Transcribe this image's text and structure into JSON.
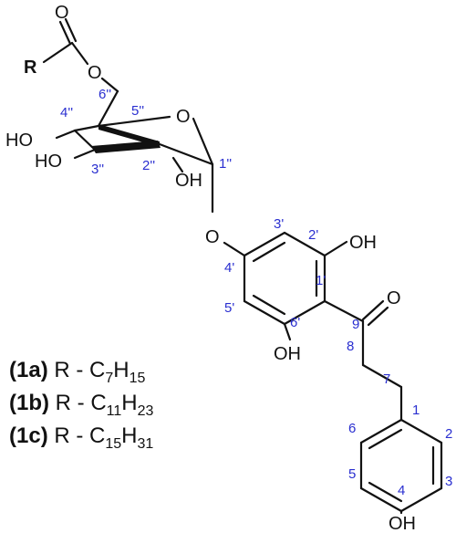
{
  "atoms": {
    "carbonyl_o_top": "O",
    "ester_o": "O",
    "r": "R",
    "ring_o": "O",
    "ho_4": "HO",
    "ho_3": "HO",
    "oh_2": "OH",
    "glycosidic_o": "O",
    "oh_2p": "OH",
    "ketone_o": "O",
    "oh_6p": "OH",
    "oh_4": "OH"
  },
  "numbering": {
    "c6pp": "6''",
    "c5pp": "5''",
    "c4pp": "4''",
    "c3pp": "3''",
    "c2pp": "2''",
    "c1pp": "1''",
    "c3p": "3'",
    "c2p": "2'",
    "c4p": "4'",
    "c1p": "1'",
    "c5p": "5'",
    "c6p": "6'",
    "c9": "9",
    "c8": "8",
    "c7": "7",
    "c1": "1",
    "c2": "2",
    "c3": "3",
    "c4": "4",
    "c5": "5",
    "c6": "6"
  },
  "legend": [
    {
      "tag": "(1a)",
      "text": "R - C",
      "sub1": "7",
      "mid": "H",
      "sub2": "15"
    },
    {
      "tag": "(1b)",
      "text": "R - C",
      "sub1": "11",
      "mid": "H",
      "sub2": "23"
    },
    {
      "tag": "(1c)",
      "text": "R - C",
      "sub1": "15",
      "mid": "H",
      "sub2": "31"
    }
  ]
}
